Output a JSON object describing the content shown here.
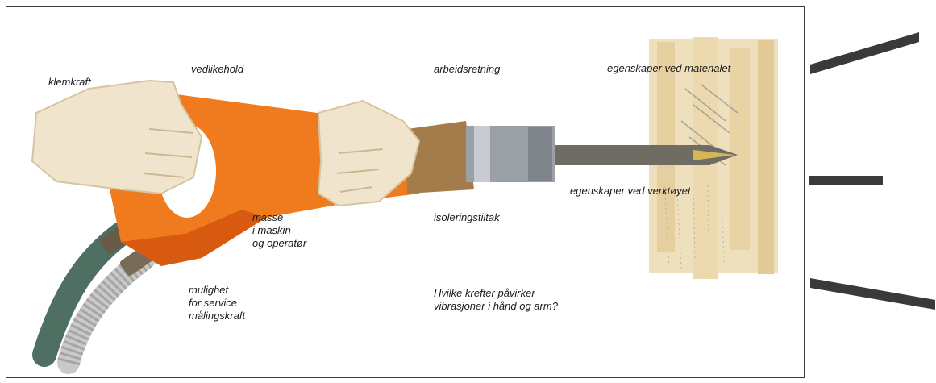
{
  "labels": {
    "klemkraft": "klemkraft",
    "vedlikehold": "vedlikehold",
    "arbeidsretning": "arbeidsretning",
    "egenskaper_materialet": "egenskaper ved matenalet",
    "egenskaper_verktoyet": "egenskaper ved verktøyet",
    "isoleringstiltak": "isoleringstiltak",
    "masse": [
      "masse",
      "i maskin",
      "og operatør"
    ],
    "mulighet": [
      "mulighet",
      "for service",
      "målingskraft"
    ],
    "question": [
      "Hvilke krefter påvirker",
      "vibrasjoner i hånd og arm?"
    ]
  },
  "colors": {
    "tool_body": "#f07a1e",
    "tool_body_dark": "#d85a10",
    "glove": "#f1e4cc",
    "collar": "#a47c4c",
    "shaft": "#6f6d63",
    "material": "#ead7ae",
    "hose": "#4f6f62"
  },
  "icons": [
    "glove-icon",
    "pneumatic-hammer-icon",
    "hose-icon",
    "material-surface-icon"
  ]
}
